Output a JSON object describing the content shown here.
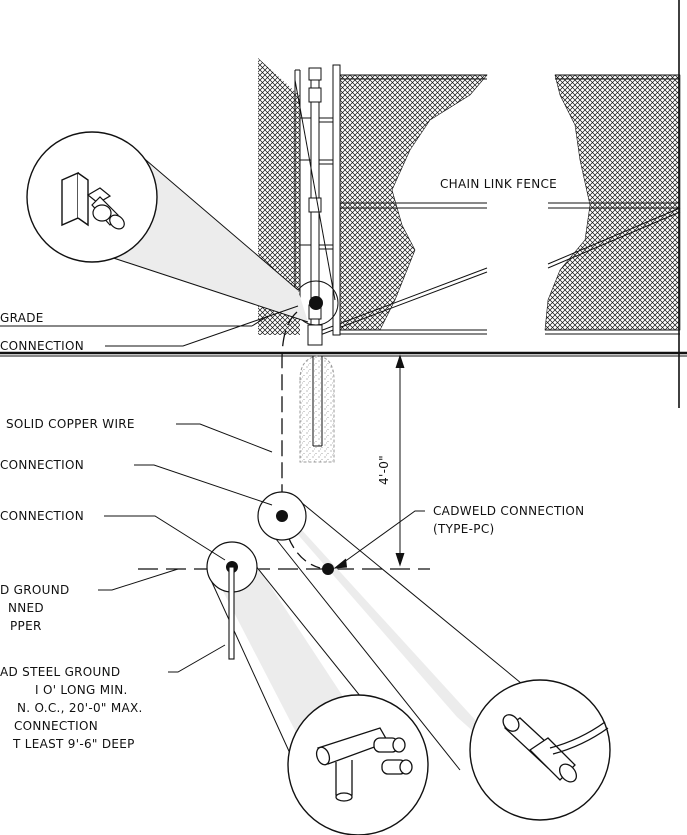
{
  "labels": {
    "fence": "CHAIN LINK FENCE",
    "grade": "GRADE",
    "connection_top": "CONNECTION",
    "copper_wire": "SOLID COPPER WIRE",
    "connection_mid": "CONNECTION",
    "connection_low": "CONNECTION",
    "cadweld_1": "CADWELD CONNECTION",
    "cadweld_2": "(TYPE-PC)",
    "ground_1": "D GROUND",
    "ground_2": "NNED",
    "ground_3": "PPER",
    "rod_1": "AD STEEL GROUND",
    "rod_2": "I O' LONG MIN.",
    "rod_3": "N. O.C., 20'-0\" MAX.",
    "rod_4": "CONNECTION",
    "rod_5": "T LEAST 9'-6\" DEEP",
    "depth": "4'-0\""
  },
  "colors": {
    "line": "#111111",
    "cone_fill": "#ececec",
    "concrete": "#f1f1f1"
  }
}
